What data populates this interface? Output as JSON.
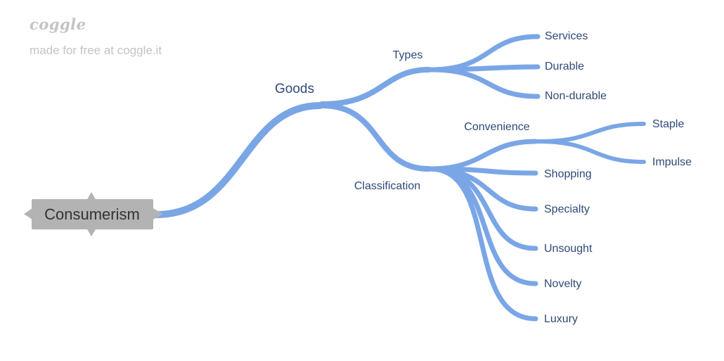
{
  "watermark": {
    "logo": "coggle",
    "tagline": "made for free at coggle.it"
  },
  "colors": {
    "branch": "#7aa6e6",
    "label": "#2f4a78",
    "root_fill": "#b3b3b3",
    "root_text": "#333333",
    "watermark": "#c4c4c4"
  },
  "mindmap": {
    "root": "Consumerism",
    "goods": "Goods",
    "types": {
      "label": "Types",
      "items": [
        "Services",
        "Durable",
        "Non-durable"
      ]
    },
    "classification": {
      "label": "Classification",
      "convenience": {
        "label": "Convenience",
        "items": [
          "Staple",
          "Impulse"
        ]
      },
      "items": [
        "Shopping",
        "Specialty",
        "Unsought",
        "Novelty",
        "Luxury"
      ]
    }
  }
}
